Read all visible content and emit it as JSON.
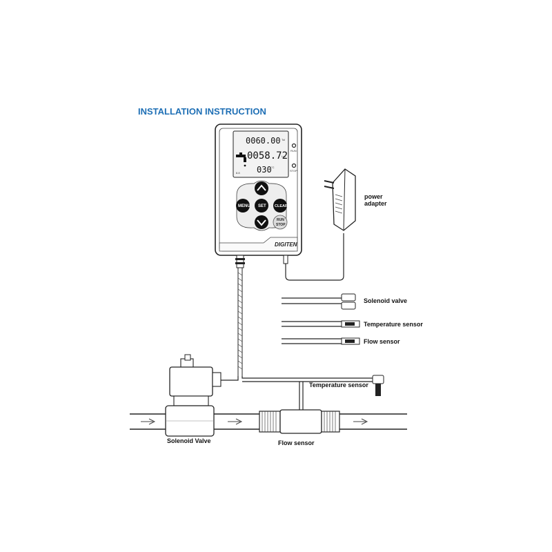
{
  "title": "INSTALLATION  INSTRUCTION",
  "display": {
    "line1": "0060.00",
    "line2": "0058.72",
    "line3": "030",
    "unit1": "Tol",
    "unit2": "Lrd",
    "unit3": "°C",
    "small": "8.8",
    "run": "RUN",
    "stop": "STOP"
  },
  "buttons": {
    "menu": "MENU",
    "set": "SET",
    "clear": "CLEAR",
    "run": "RUN",
    "stop": "STOP"
  },
  "brand": "DIGITEN",
  "labels": {
    "power_adapter_1": "power",
    "power_adapter_2": "adapter",
    "solenoid_valve": "Solenoid valve",
    "temp_sensor": "Temperature sensor",
    "flow_sensor": "Flow sensor",
    "temp_sensor_bottom": "Temperature  sensor",
    "solenoid_valve_bottom": "Solenoid Valve",
    "flow_sensor_bottom": "Flow  sensor"
  },
  "colors": {
    "title": "#1e6fb5",
    "line": "#222222",
    "lcd_bg": "#f2f2f2"
  }
}
